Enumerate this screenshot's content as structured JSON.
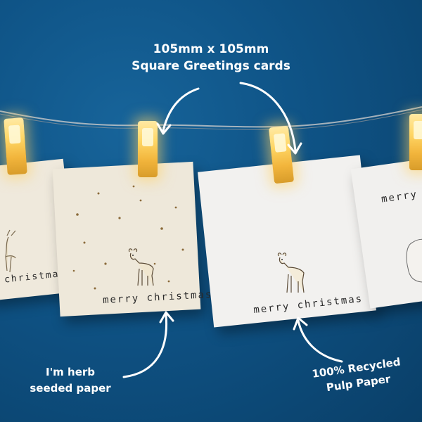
{
  "headline": {
    "line1": "105mm x 105mm",
    "line2": "Square Greetings cards"
  },
  "labels": {
    "herb_line1": "I'm herb",
    "herb_line2": "seeded paper",
    "recycled_line1": "100% Recycled",
    "recycled_line2": "Pulp Paper"
  },
  "cards": [
    {
      "text": "christmas"
    },
    {
      "text": "merry christmas"
    },
    {
      "text": "merry christmas"
    },
    {
      "text": "merry"
    }
  ],
  "colors": {
    "background": "#0f5487",
    "card_seeded": "#eee8da",
    "card_recycled": "#f1f0ee",
    "clip_glow": "#ffd766",
    "text_white": "#ffffff"
  },
  "icons": [
    "arrow-icon",
    "deer-icon",
    "bear-icon",
    "string-lights-icon",
    "clothes-peg-icon"
  ]
}
